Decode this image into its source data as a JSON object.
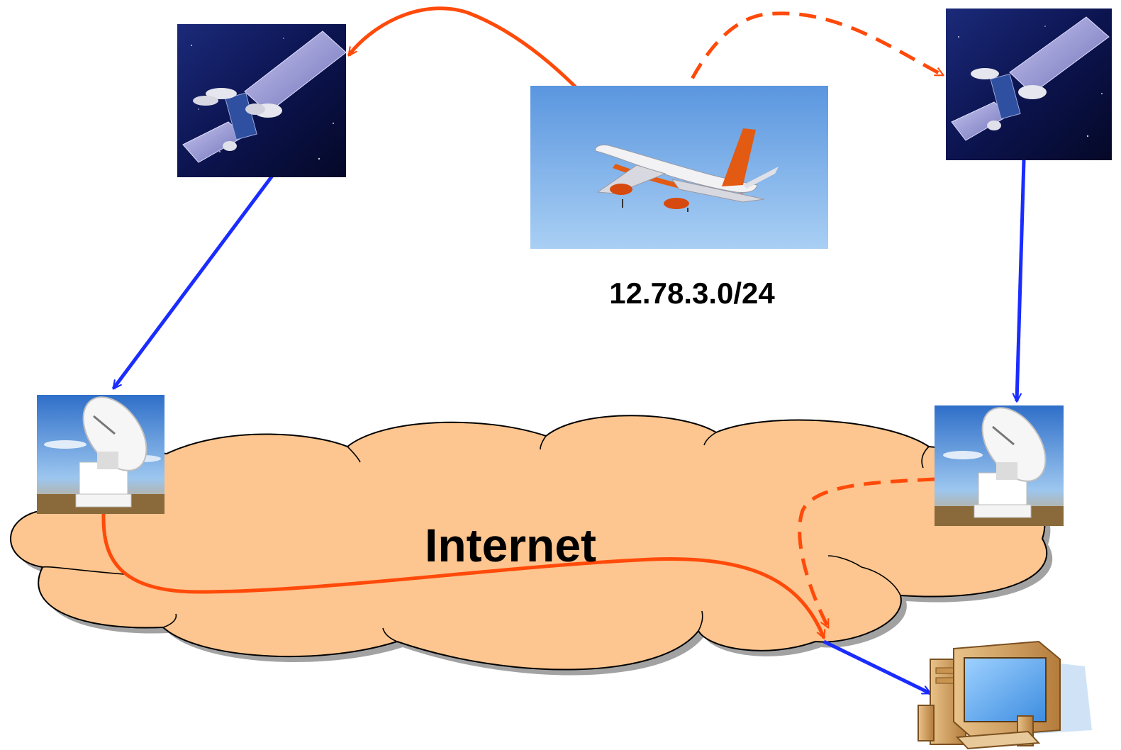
{
  "labels": {
    "prefix": "12.78.3.0/24",
    "cloud": "Internet"
  },
  "nodes": {
    "satellite_left": "satellite-icon",
    "satellite_right": "satellite-icon",
    "airplane": "airplane-photo",
    "ground_station_left": "satellite-dish-icon",
    "ground_station_right": "satellite-dish-icon",
    "host": "desktop-computer-icon"
  },
  "links": [
    {
      "from": "airplane",
      "to": "satellite_left",
      "style": "solid",
      "color": "#ff4a0a"
    },
    {
      "from": "airplane",
      "to": "satellite_right",
      "style": "dashed",
      "color": "#ff4a0a"
    },
    {
      "from": "satellite_left",
      "to": "ground_station_left",
      "style": "solid",
      "color": "#1a2cff"
    },
    {
      "from": "satellite_right",
      "to": "ground_station_right",
      "style": "solid",
      "color": "#1a2cff"
    },
    {
      "from": "ground_station_left",
      "to": "internet_exit",
      "style": "solid",
      "color": "#ff4a0a"
    },
    {
      "from": "ground_station_right",
      "to": "internet_exit",
      "style": "dashed",
      "color": "#ff4a0a"
    },
    {
      "from": "internet_exit",
      "to": "host",
      "style": "solid",
      "color": "#1a2cff"
    }
  ],
  "colors": {
    "cloud_fill": "#fdc58f",
    "cloud_stroke": "#000000",
    "path_orange": "#ff4a0a",
    "path_blue": "#1a2cff",
    "space": "#0a0f3a",
    "sky": "#7fb6ec"
  }
}
